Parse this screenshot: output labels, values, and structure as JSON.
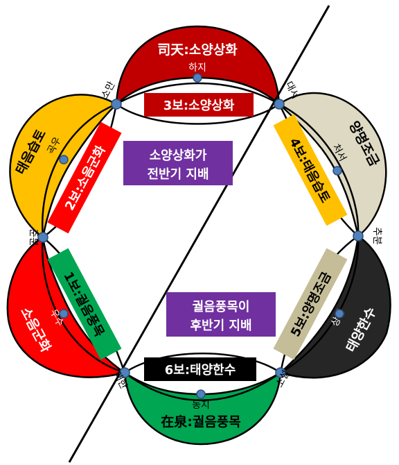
{
  "outer_segments": [
    {
      "id": "top",
      "title": "司天:소양상화",
      "sub": "하지",
      "fill": "#C00000",
      "text_color": "#ffffff"
    },
    {
      "id": "upper_right",
      "title": "양명조금",
      "sub": "처서",
      "fill": "#DDD9C3",
      "text_color": "#000000"
    },
    {
      "id": "lower_right",
      "title": "태양한수",
      "sub": "상강",
      "fill": "#262626",
      "text_color": "#ffffff"
    },
    {
      "id": "bottom",
      "title": "在泉:궐음풍목",
      "sub": "동지",
      "fill": "#00A651",
      "text_color": "#000000"
    },
    {
      "id": "lower_left",
      "title": "소음군화",
      "sub": "우수",
      "fill": "#FF0000",
      "text_color": "#ffffff"
    },
    {
      "id": "upper_left",
      "title": "태음습토",
      "sub": "곡우",
      "fill": "#FFC000",
      "text_color": "#000000"
    }
  ],
  "inner_boxes": [
    {
      "id": "b3",
      "text": "3보:소양상화",
      "fill": "#C00000",
      "color": "#ffffff"
    },
    {
      "id": "b4",
      "text": "4보:태음습토",
      "fill": "#FFC000",
      "color": "#000000"
    },
    {
      "id": "b5",
      "text": "5보:양명조금",
      "fill": "#C4BD97",
      "color": "#000000"
    },
    {
      "id": "b6",
      "text": "6보:태양한수",
      "fill": "#000000",
      "color": "#ffffff"
    },
    {
      "id": "b1",
      "text": "1보:궐음풍목",
      "fill": "#00A651",
      "color": "#000000"
    },
    {
      "id": "b2",
      "text": "2보:소음군화",
      "fill": "#FF0000",
      "color": "#ffffff"
    }
  ],
  "notes": [
    {
      "id": "first_half",
      "line1": "소양상화가",
      "line2": "전반기 지배",
      "fill": "#7030A0",
      "color": "#ffffff"
    },
    {
      "id": "second_half",
      "line1": "궐음풍목이",
      "line2": "후반기 지배",
      "fill": "#7030A0",
      "color": "#ffffff"
    }
  ],
  "node_labels": {
    "n_top_left": "소만",
    "n_top_right": "대서",
    "n_right": "추분",
    "n_bottom_right": "소설",
    "n_bottom_left": "대한",
    "n_left": "춘분"
  },
  "colors": {
    "node_fill": "#4F81BD",
    "line": "#000000"
  }
}
